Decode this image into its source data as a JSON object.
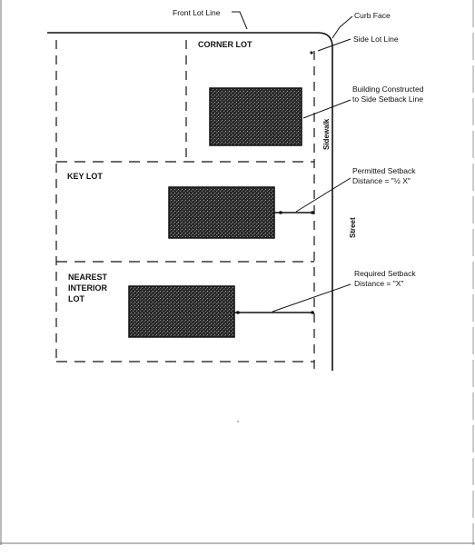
{
  "labels": {
    "front_lot_line": "Front Lot Line",
    "curb_face": "Curb Face",
    "side_lot_line": "Side Lot Line",
    "corner_lot": "CORNER LOT",
    "key_lot": "KEY LOT",
    "nearest_interior_lot": [
      "NEAREST",
      "INTERIOR",
      "LOT"
    ],
    "building_note": [
      "Building Constructed",
      "to Side Setback Line"
    ],
    "permitted_setback": [
      "Permitted Setback",
      "Distance = \"½ X\""
    ],
    "required_setback": [
      "Required Setback",
      "Distance = \"X\""
    ],
    "sidewalk": "Sidewalk",
    "street": "Street"
  },
  "colors": {
    "line": "#111111",
    "building_fill": "#3a3a3a",
    "paper": "#ffffff"
  }
}
